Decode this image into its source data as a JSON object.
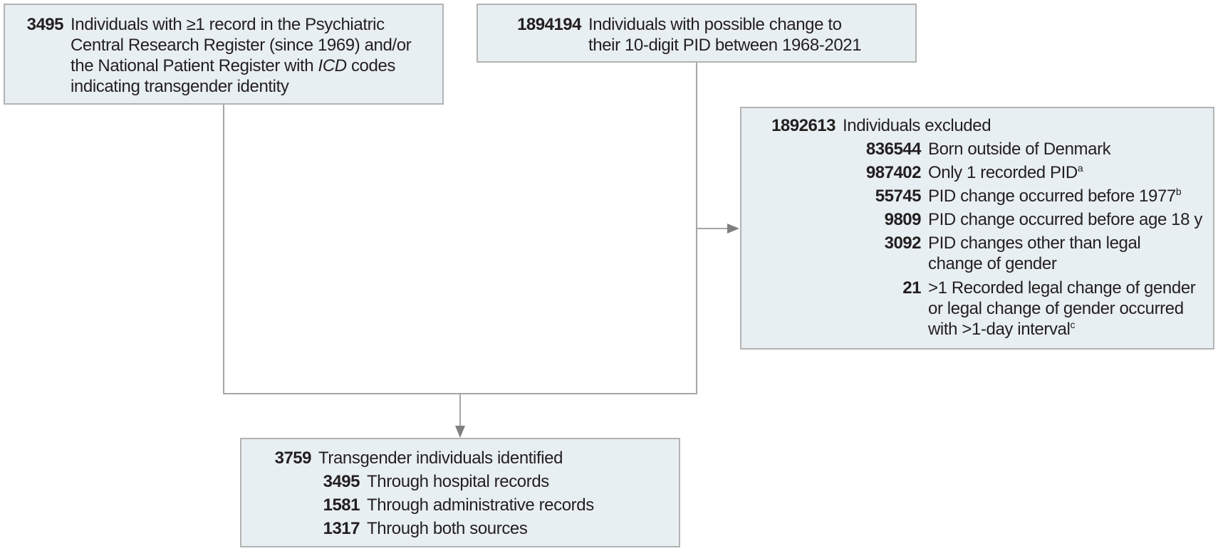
{
  "boxes": {
    "hospital_records": {
      "count": "3495",
      "lines": [
        "Individuals with ≥1 record in the Psychiatric",
        "Central Research Register (since 1969) and/or",
        "the National Patient Register with",
        "ICD",
        " codes",
        "indicating transgender identity"
      ]
    },
    "pid_change": {
      "count": "1894194",
      "lines": [
        "Individuals with possible change to",
        "their 10-digit PID between 1968-2021"
      ]
    },
    "excluded": {
      "count": "1892613",
      "label": "Individuals excluded",
      "items": [
        {
          "count": "836544",
          "lines": [
            "Born outside of Denmark"
          ],
          "sup": ""
        },
        {
          "count": "987402",
          "lines": [
            "Only 1 recorded PID"
          ],
          "sup": "a"
        },
        {
          "count": "55745",
          "lines": [
            "PID change occurred before 1977"
          ],
          "sup": "b"
        },
        {
          "count": "9809",
          "lines": [
            "PID change occurred before age 18 y"
          ],
          "sup": ""
        },
        {
          "count": "3092",
          "lines": [
            "PID changes other than legal",
            "change of gender"
          ],
          "sup": ""
        },
        {
          "count": "21",
          "lines": [
            ">1 Recorded legal change of gender",
            "or legal change of gender occurred",
            "with >1-day interval"
          ],
          "sup": "c"
        }
      ]
    },
    "identified": {
      "count": "3759",
      "label": "Transgender individuals identified",
      "items": [
        {
          "count": "3495",
          "label": "Through hospital records"
        },
        {
          "count": "1581",
          "label": "Through administrative records"
        },
        {
          "count": "1317",
          "label": "Through both sources"
        }
      ]
    }
  },
  "colors": {
    "box_fill": "#e8eff2",
    "box_border": "#b3b3b3",
    "connector": "#a6a6a6",
    "arrowhead": "#7f7f7f",
    "text": "#231f20"
  }
}
